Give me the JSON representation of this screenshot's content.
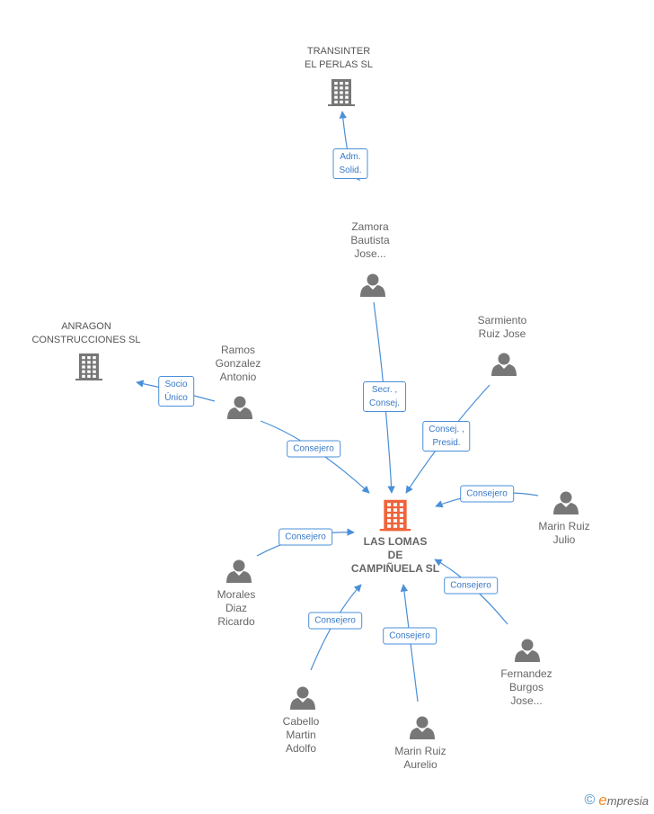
{
  "center": {
    "id": "las_lomas",
    "label": "LAS LOMAS\nDE\nCAMPIÑUELA SL",
    "color": "#f0633a"
  },
  "companies": [
    {
      "id": "transinter",
      "label": "TRANSINTER\nEL PERLAS SL"
    },
    {
      "id": "anragon",
      "label": "ANRAGON\nCONSTRUCCIONES SL"
    }
  ],
  "people": [
    {
      "id": "zamora",
      "label": "Zamora\nBautista\nJose..."
    },
    {
      "id": "sarmiento",
      "label": "Sarmiento\nRuiz Jose"
    },
    {
      "id": "ramos",
      "label": "Ramos\nGonzalez\nAntonio"
    },
    {
      "id": "marin_julio",
      "label": "Marin Ruiz\nJulio"
    },
    {
      "id": "morales",
      "label": "Morales\nDiaz\nRicardo"
    },
    {
      "id": "fernandez",
      "label": "Fernandez\nBurgos\nJose..."
    },
    {
      "id": "cabello",
      "label": "Cabello\nMartin\nAdolfo"
    },
    {
      "id": "marin_aurelio",
      "label": "Marin Ruiz\nAurelio"
    }
  ],
  "edges": [
    {
      "from": "zamora",
      "to": "transinter",
      "label": "Adm.\nSolid."
    },
    {
      "from": "zamora",
      "to": "las_lomas",
      "label": "Secr. ,\nConsej."
    },
    {
      "from": "sarmiento",
      "to": "las_lomas",
      "label": "Consej. ,\nPresid."
    },
    {
      "from": "ramos",
      "to": "anragon",
      "label": "Socio\nÚnico"
    },
    {
      "from": "ramos",
      "to": "las_lomas",
      "label": "Consejero"
    },
    {
      "from": "marin_julio",
      "to": "las_lomas",
      "label": "Consejero"
    },
    {
      "from": "morales",
      "to": "las_lomas",
      "label": "Consejero"
    },
    {
      "from": "fernandez",
      "to": "las_lomas",
      "label": "Consejero"
    },
    {
      "from": "cabello",
      "to": "las_lomas",
      "label": "Consejero"
    },
    {
      "from": "marin_aurelio",
      "to": "las_lomas",
      "label": "Consejero"
    }
  ],
  "colors": {
    "edge": "#4a8fd8",
    "node_icon": "#777777",
    "center_icon": "#f0633a"
  },
  "brand": {
    "copyright": "©",
    "e": "e",
    "name": "mpresia"
  }
}
